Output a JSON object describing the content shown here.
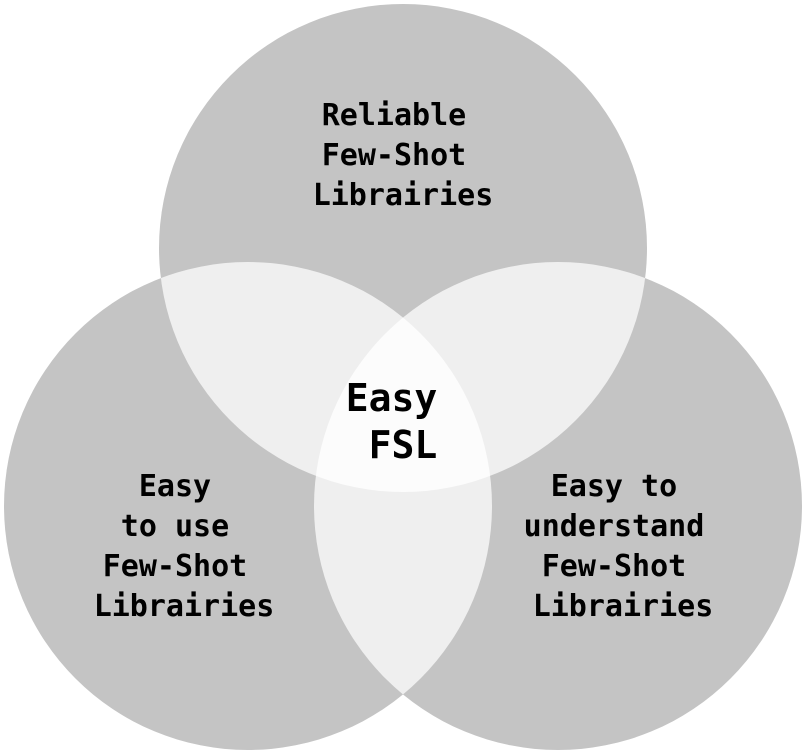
{
  "diagram": {
    "type": "venn",
    "colors": {
      "circle": "#c4c4c4",
      "pair_overlap": "#efefef",
      "center_overlap": "#fcfcfc",
      "text": "#000000"
    },
    "sets": [
      {
        "id": "top",
        "lines": [
          "Reliable",
          "Few-Shot",
          "Librairies"
        ]
      },
      {
        "id": "left",
        "lines": [
          "Easy",
          "to use",
          "Few-Shot",
          "Librairies"
        ]
      },
      {
        "id": "right",
        "lines": [
          "Easy to",
          "understand",
          "Few-Shot",
          "Librairies"
        ]
      }
    ],
    "center": {
      "lines": [
        "Easy",
        "FSL"
      ]
    }
  }
}
